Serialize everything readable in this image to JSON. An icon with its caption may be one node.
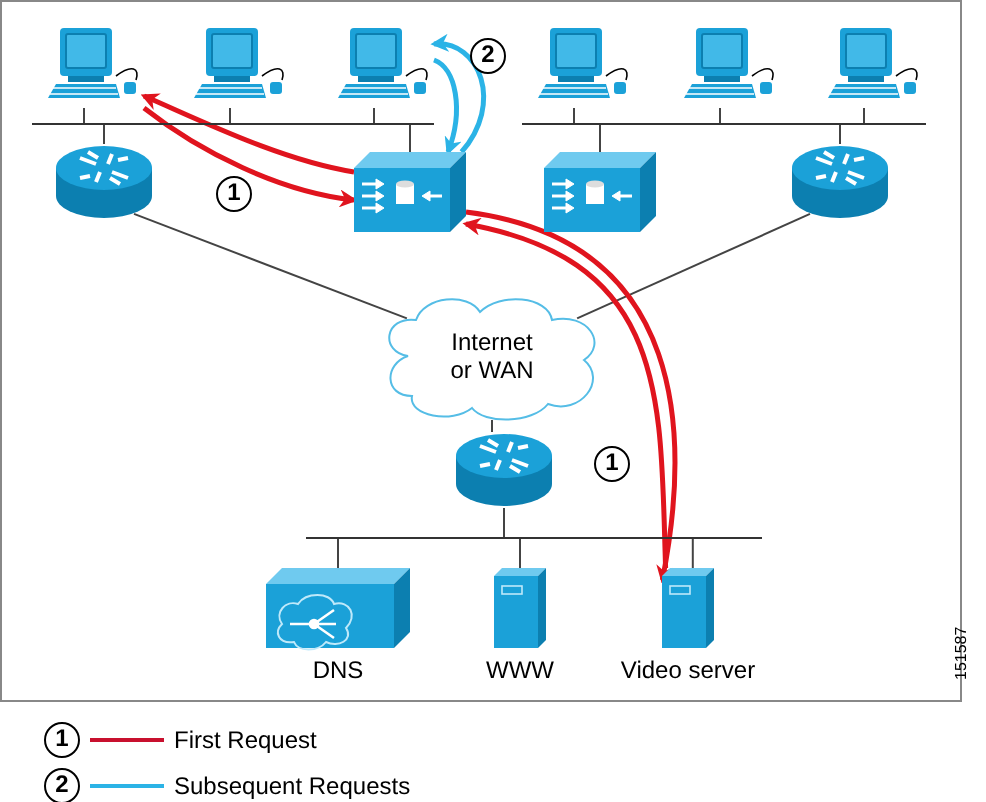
{
  "diagram": {
    "nodes": [
      {
        "text": [],
        "shape": "computer"
      },
      {
        "text": [],
        "shape": "computer"
      },
      {
        "text": [],
        "shape": "computer"
      },
      {
        "text": [],
        "shape": "computer"
      },
      {
        "text": [],
        "shape": "computer"
      },
      {
        "text": [],
        "shape": "computer"
      },
      {
        "text": [],
        "shape": "bar"
      },
      {
        "text": [],
        "shape": "bar"
      },
      {
        "text": [],
        "shape": "router"
      },
      {
        "text": [],
        "shape": "appliance"
      },
      {
        "text": [],
        "shape": "appliance"
      },
      {
        "text": [],
        "shape": "router"
      },
      {
        "text": [
          "Internet or WAN"
        ]
      },
      {
        "text": [],
        "shape": "router"
      },
      {
        "text": [],
        "shape": "bar"
      },
      {
        "text": [
          "DNS"
        ]
      },
      {
        "text": [
          "WWW"
        ]
      },
      {
        "text": [
          "Video server"
        ]
      }
    ],
    "edges": [
      {
        "from": 0,
        "to": 6,
        "arrow": "none"
      },
      {
        "from": 1,
        "to": 6,
        "arrow": "none"
      },
      {
        "from": 2,
        "to": 6,
        "arrow": "none"
      },
      {
        "from": 3,
        "to": 7,
        "arrow": "none"
      },
      {
        "from": 4,
        "to": 7,
        "arrow": "none"
      },
      {
        "from": 5,
        "to": 7,
        "arrow": "none"
      },
      {
        "from": 8,
        "to": 6,
        "arrow": "none"
      },
      {
        "from": 9,
        "to": 6,
        "arrow": "none"
      },
      {
        "from": 10,
        "to": 7,
        "arrow": "none"
      },
      {
        "from": 11,
        "to": 7,
        "arrow": "none"
      },
      {
        "from": 8,
        "to": 12,
        "arrow": "none"
      },
      {
        "from": 11,
        "to": 12,
        "arrow": "none"
      },
      {
        "from": 12,
        "to": 13,
        "arrow": "none"
      },
      {
        "from": 13,
        "to": 14,
        "arrow": "none"
      },
      {
        "from": 15,
        "to": 14,
        "arrow": "none"
      },
      {
        "from": 16,
        "to": 14,
        "arrow": "none"
      },
      {
        "from": 17,
        "to": 14,
        "arrow": "none"
      },
      {
        "from": 9,
        "to": 0,
        "arrow": "to",
        "style": "thick",
        "color": "#e0141e"
      },
      {
        "from": 0,
        "to": 9,
        "arrow": "to",
        "style": "thick",
        "color": "#e0141e"
      },
      {
        "from": 9,
        "to": 2,
        "arrow": "to",
        "style": "thick",
        "color": "#2bb3e6"
      },
      {
        "from": 2,
        "to": 9,
        "arrow": "to",
        "style": "thick",
        "color": "#2bb3e6"
      },
      {
        "from": 17,
        "to": 9,
        "arrow": "to",
        "style": "thick",
        "color": "#e0141e"
      },
      {
        "from": 9,
        "to": 17,
        "arrow": "to",
        "style": "thick",
        "color": "#e0141e"
      }
    ],
    "labels": [
      "2",
      "1",
      "1",
      "151587",
      "1",
      "2"
    ],
    "legend": [
      {
        "text": "First Request"
      },
      {
        "text": "Subsequent Requests"
      }
    ]
  }
}
